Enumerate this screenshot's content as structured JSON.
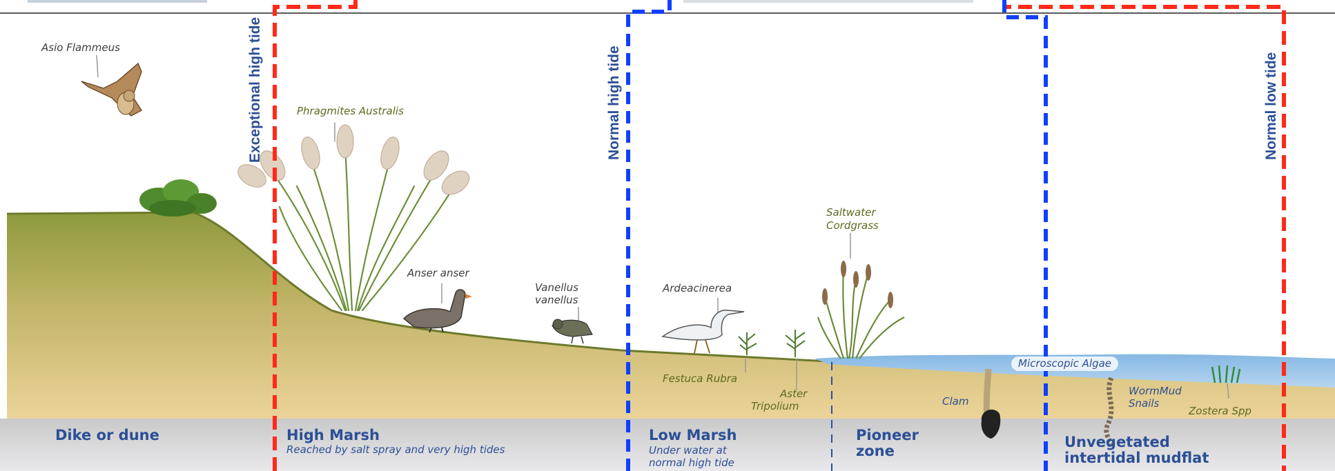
{
  "species": {
    "owl": "Asio Flammeus",
    "reed": "Phragmites Australis",
    "goose": "Anser anser",
    "lapwing_l1": "Vanellus",
    "lapwing_l2": "vanellus",
    "heron": "Ardeacinerea",
    "cordgrass_l1": "Saltwater",
    "cordgrass_l2": "Cordgrass",
    "festuca": "Festuca Rubra",
    "aster_l1": "Aster",
    "aster_l2": "Tripolium",
    "clam": "Clam",
    "algae": "Microscopic Algae",
    "worm_l1": "WormMud",
    "worm_l2": "Snails",
    "zostera": "Zostera Spp"
  },
  "tide_lines": {
    "exceptional_high": "Exceptional high tide",
    "normal_high": "Normal high tide",
    "normal_low": "Normal low tide"
  },
  "zones": {
    "dike": {
      "title": "Dike or dune"
    },
    "high_marsh": {
      "title": "High Marsh",
      "subtitle": "Reached by salt spray and very high tides"
    },
    "low_marsh": {
      "title": "Low Marsh",
      "subtitle_l1": "Under water at",
      "subtitle_l2": "normal high tide"
    },
    "pioneer": {
      "title_l1": "Pioneer",
      "title_l2": "zone"
    },
    "mudflat": {
      "title_l1": "Unvegetated",
      "title_l2": "intertidal mudflat"
    }
  },
  "colors": {
    "exceptional_box": "#ff2a1a",
    "normal_box": "#1040ff",
    "zone_text": "#2c4f96",
    "water": "#7db2e0",
    "grass": "#8a9a3a",
    "sand": "#e6c98e"
  },
  "icons": [
    "owl-icon",
    "shrub-icon",
    "reed-icon",
    "goose-icon",
    "lapwing-icon",
    "heron-icon",
    "cordgrass-icon",
    "clam-icon",
    "worm-icon",
    "zostera-icon"
  ]
}
